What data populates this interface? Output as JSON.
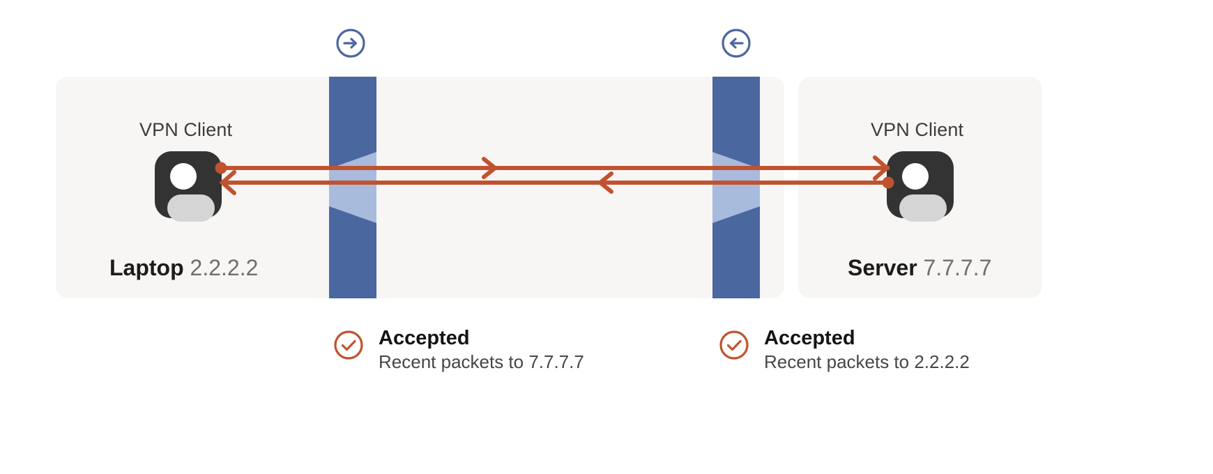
{
  "colors": {
    "panel_bg": "#f7f6f4",
    "wall": "#4a67a0",
    "wall_gap": "#a8bbdd",
    "traffic": "#c1522f",
    "device_body": "#333333",
    "accent_text": "#1c1c1c",
    "muted_text": "#6e6e6e",
    "page_bg": "#ffffff"
  },
  "direction_badges": [
    {
      "name": "outbound",
      "icon": "arrow-right-circle-icon",
      "color": "#4a67a0"
    },
    {
      "name": "inbound",
      "icon": "arrow-left-circle-icon",
      "color": "#4a67a0"
    }
  ],
  "endpoints": {
    "left": {
      "app_label": "VPN Client",
      "host_name": "Laptop",
      "host_ip": "2.2.2.2",
      "device_icon": "user-device-icon"
    },
    "right": {
      "app_label": "VPN Client",
      "host_name": "Server",
      "host_ip": "7.7.7.7",
      "device_icon": "user-device-icon"
    }
  },
  "firewalls": [
    {
      "name": "left-firewall",
      "icon": "firewall-wall-icon"
    },
    {
      "name": "right-firewall",
      "icon": "firewall-wall-icon"
    }
  ],
  "flows": [
    {
      "name": "outbound-flow",
      "direction": "left-to-right",
      "from": "2.2.2.2",
      "to": "7.7.7.7"
    },
    {
      "name": "inbound-flow",
      "direction": "right-to-left",
      "from": "7.7.7.7",
      "to": "2.2.2.2"
    }
  ],
  "statuses": [
    {
      "name": "outbound-status",
      "icon": "check-circle-icon",
      "title": "Accepted",
      "subtitle": "Recent packets to 7.7.7.7"
    },
    {
      "name": "inbound-status",
      "icon": "check-circle-icon",
      "title": "Accepted",
      "subtitle": "Recent packets to 2.2.2.2"
    }
  ]
}
